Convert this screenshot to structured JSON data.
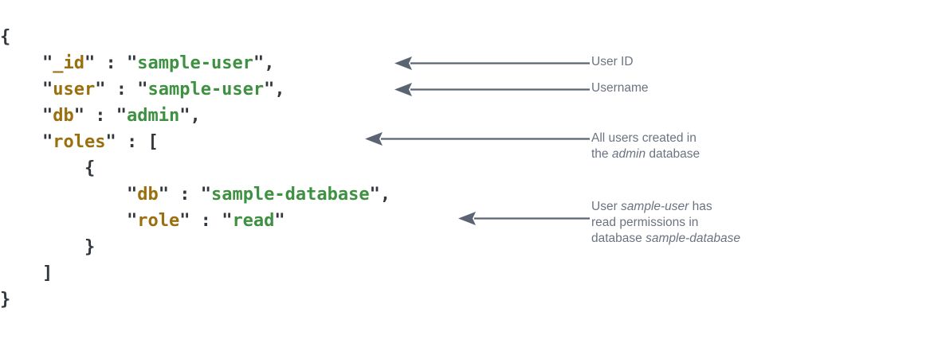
{
  "colors": {
    "background": "#ffffff",
    "key": "#9a6f0d",
    "string": "#3f9142",
    "punctuation": "#33383f",
    "annotation": "#6b7380",
    "arrow": "#5a6472"
  },
  "code": {
    "language": "json",
    "lines": [
      {
        "indent": 0,
        "tokens": [
          {
            "t": "punct",
            "v": "{"
          }
        ]
      },
      {
        "indent": 1,
        "tokens": [
          {
            "t": "quote",
            "v": "\""
          },
          {
            "t": "key",
            "v": "_id"
          },
          {
            "t": "quote",
            "v": "\""
          },
          {
            "t": "punct",
            "v": " : "
          },
          {
            "t": "quote",
            "v": "\""
          },
          {
            "t": "str",
            "v": "sample-user"
          },
          {
            "t": "quote",
            "v": "\""
          },
          {
            "t": "punct",
            "v": ","
          }
        ]
      },
      {
        "indent": 1,
        "tokens": [
          {
            "t": "quote",
            "v": "\""
          },
          {
            "t": "key",
            "v": "user"
          },
          {
            "t": "quote",
            "v": "\""
          },
          {
            "t": "punct",
            "v": " : "
          },
          {
            "t": "quote",
            "v": "\""
          },
          {
            "t": "str",
            "v": "sample-user"
          },
          {
            "t": "quote",
            "v": "\""
          },
          {
            "t": "punct",
            "v": ","
          }
        ]
      },
      {
        "indent": 1,
        "tokens": [
          {
            "t": "quote",
            "v": "\""
          },
          {
            "t": "key",
            "v": "db"
          },
          {
            "t": "quote",
            "v": "\""
          },
          {
            "t": "punct",
            "v": " : "
          },
          {
            "t": "quote",
            "v": "\""
          },
          {
            "t": "str",
            "v": "admin"
          },
          {
            "t": "quote",
            "v": "\""
          },
          {
            "t": "punct",
            "v": ","
          }
        ]
      },
      {
        "indent": 1,
        "tokens": [
          {
            "t": "quote",
            "v": "\""
          },
          {
            "t": "key",
            "v": "roles"
          },
          {
            "t": "quote",
            "v": "\""
          },
          {
            "t": "punct",
            "v": " : ["
          }
        ]
      },
      {
        "indent": 2,
        "tokens": [
          {
            "t": "punct",
            "v": "{"
          }
        ]
      },
      {
        "indent": 3,
        "tokens": [
          {
            "t": "quote",
            "v": "\""
          },
          {
            "t": "key",
            "v": "db"
          },
          {
            "t": "quote",
            "v": "\""
          },
          {
            "t": "punct",
            "v": " : "
          },
          {
            "t": "quote",
            "v": "\""
          },
          {
            "t": "str",
            "v": "sample-database"
          },
          {
            "t": "quote",
            "v": "\""
          },
          {
            "t": "punct",
            "v": ","
          }
        ]
      },
      {
        "indent": 3,
        "tokens": [
          {
            "t": "quote",
            "v": "\""
          },
          {
            "t": "key",
            "v": "role"
          },
          {
            "t": "quote",
            "v": "\""
          },
          {
            "t": "punct",
            "v": " : "
          },
          {
            "t": "quote",
            "v": "\""
          },
          {
            "t": "str",
            "v": "read"
          },
          {
            "t": "quote",
            "v": "\""
          }
        ]
      },
      {
        "indent": 2,
        "tokens": [
          {
            "t": "punct",
            "v": "}"
          }
        ]
      },
      {
        "indent": 1,
        "tokens": [
          {
            "t": "punct",
            "v": "]"
          }
        ]
      },
      {
        "indent": 0,
        "tokens": [
          {
            "t": "punct",
            "v": "}"
          }
        ]
      }
    ],
    "plain_text": "{\n    \"_id\" : \"sample-user\",\n    \"user\" : \"sample-user\",\n    \"db\" : \"admin\",\n    \"roles\" : [\n        {\n            \"db\" : \"sample-database\",\n            \"role\" : \"read\"\n        }\n    ]\n}"
  },
  "annotations": [
    {
      "id": "user-id",
      "label": "User ID",
      "html": "User ID",
      "target_line": "_id"
    },
    {
      "id": "username",
      "label": "Username",
      "html": "Username",
      "target_line": "user"
    },
    {
      "id": "admin-database",
      "label": "All users created in the admin database",
      "html": "All users created in<br>the <em>admin</em> database",
      "target_line": "roles"
    },
    {
      "id": "read-permissions",
      "label": "User sample-user has read permissions in database sample-database",
      "html": "User <em>sample-user</em> has<br>read permissions in<br>database <em>sample-database</em>",
      "target_line": "role"
    }
  ]
}
